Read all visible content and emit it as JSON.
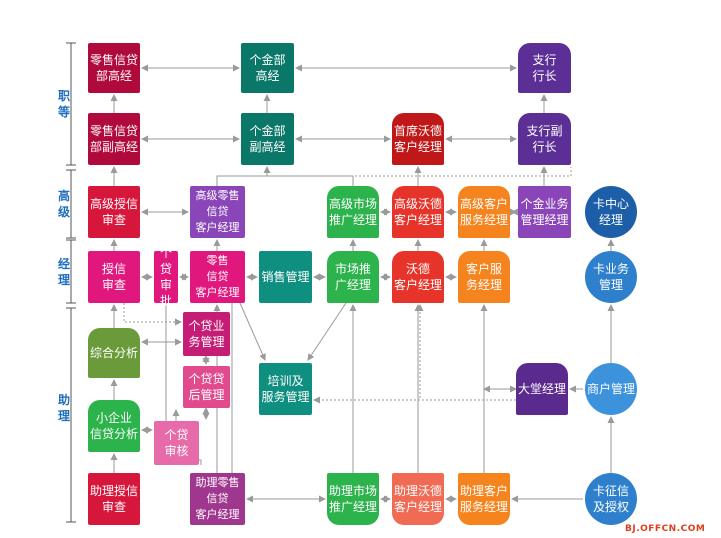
{
  "levels": [
    {
      "id": "zhideng",
      "label": "职\n等"
    },
    {
      "id": "gaoji",
      "label": "高\n级"
    },
    {
      "id": "jingli",
      "label": "经\n理"
    },
    {
      "id": "zhuli",
      "label": "助\n理"
    }
  ],
  "colors": {
    "maroon": "#b0093c",
    "teal": "#0b7768",
    "purple": "#5b2f96",
    "crimson": "#d6163a",
    "pink": "#e0187d",
    "green": "#2cb34c",
    "red": "#e6342a",
    "orange": "#f5841f",
    "violet": "#8a46b8",
    "blue": "#1c5ea8",
    "skyblue": "#2f80cc",
    "olive": "#6a9a3a",
    "magenta": "#c51d76",
    "rose": "#e24a8e",
    "tealalt": "#0f8f80",
    "plum": "#a0378e",
    "salmon": "#f06a54",
    "lightblue": "#3d92dc",
    "arrow": "#9a9a9a"
  },
  "nodes": [
    {
      "id": "ls_gj",
      "label": "零售信贷\n部高经"
    },
    {
      "id": "gjb_gj",
      "label": "个金部\n高经"
    },
    {
      "id": "zh_hz",
      "label": "支行\n行长"
    },
    {
      "id": "ls_fgj",
      "label": "零售信贷\n部副高经"
    },
    {
      "id": "gjb_fgj",
      "label": "个金部\n副高经"
    },
    {
      "id": "sx_wd",
      "label": "首席沃德\n客户经理"
    },
    {
      "id": "zh_fhz",
      "label": "支行副\n行长"
    },
    {
      "id": "gj_sxsc",
      "label": "高级授信\n审查"
    },
    {
      "id": "gj_lsxd",
      "label": "高级零售\n信贷\n客户经理"
    },
    {
      "id": "gj_sctg",
      "label": "高级市场\n推广经理"
    },
    {
      "id": "gj_wd",
      "label": "高级沃德\n客户经理"
    },
    {
      "id": "gj_khfw",
      "label": "高级客户\n服务经理"
    },
    {
      "id": "gjyw_gl",
      "label": "个金业务\n管理经理"
    },
    {
      "id": "kzx_jl",
      "label": "卡中心\n经理"
    },
    {
      "id": "sxsc",
      "label": "授信\n审查"
    },
    {
      "id": "gdsp",
      "label": "个\n贷\n审\n批"
    },
    {
      "id": "lsxd_kh",
      "label": "零售\n信贷\n客户经理"
    },
    {
      "id": "xsgl",
      "label": "销售管理"
    },
    {
      "id": "sctg_jl",
      "label": "市场推\n广经理"
    },
    {
      "id": "wd_kh",
      "label": "沃德\n客户经理"
    },
    {
      "id": "khfw_jl",
      "label": "客户服\n务经理"
    },
    {
      "id": "kyw_gl",
      "label": "卡业务\n管理"
    },
    {
      "id": "zhfx",
      "label": "综合分析"
    },
    {
      "id": "gdyw_gl",
      "label": "个贷业\n务管理"
    },
    {
      "id": "gdhgl",
      "label": "个贷贷\n后管理"
    },
    {
      "id": "pxfw",
      "label": "培训及\n服务管理"
    },
    {
      "id": "dt_jl",
      "label": "大堂经理"
    },
    {
      "id": "sh_gl",
      "label": "商户管理"
    },
    {
      "id": "xqy_fx",
      "label": "小企业\n信贷分析"
    },
    {
      "id": "gdsh",
      "label": "个贷\n审核"
    },
    {
      "id": "zl_sxsc",
      "label": "助理授信\n审查"
    },
    {
      "id": "zl_lsxd",
      "label": "助理零售\n信贷\n客户经理"
    },
    {
      "id": "zl_sctg",
      "label": "助理市场\n推广经理"
    },
    {
      "id": "zl_wd",
      "label": "助理沃德\n客户经理"
    },
    {
      "id": "zl_khfw",
      "label": "助理客户\n服务经理"
    },
    {
      "id": "kzx_sq",
      "label": "卡征信\n及授权"
    }
  ],
  "watermark": "BJ.OFFCN.COM"
}
